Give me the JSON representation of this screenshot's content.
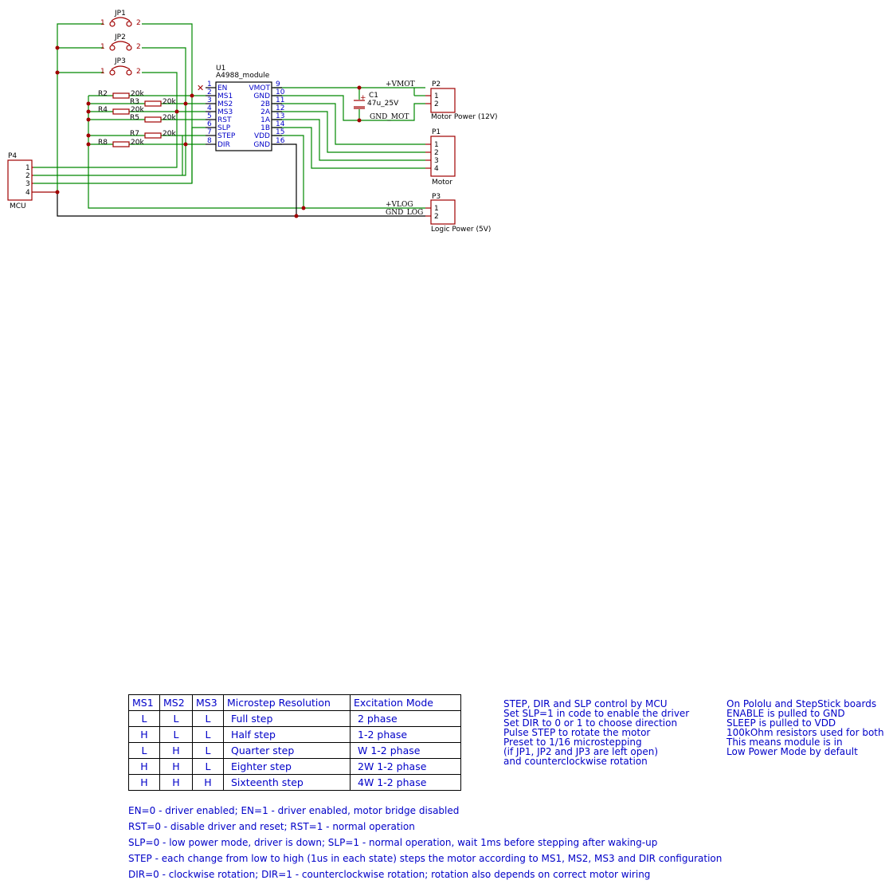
{
  "u1": {
    "ref": "U1",
    "value": "A4988_module",
    "left_pins": [
      {
        "num": "1",
        "name": "EN"
      },
      {
        "num": "2",
        "name": "MS1"
      },
      {
        "num": "3",
        "name": "MS2"
      },
      {
        "num": "4",
        "name": "MS3"
      },
      {
        "num": "5",
        "name": "RST"
      },
      {
        "num": "6",
        "name": "SLP"
      },
      {
        "num": "7",
        "name": "STEP"
      },
      {
        "num": "8",
        "name": "DIR"
      }
    ],
    "right_pins": [
      {
        "num": "9",
        "name": "VMOT"
      },
      {
        "num": "10",
        "name": "GND"
      },
      {
        "num": "11",
        "name": "2B"
      },
      {
        "num": "12",
        "name": "2A"
      },
      {
        "num": "13",
        "name": "1A"
      },
      {
        "num": "14",
        "name": "1B"
      },
      {
        "num": "15",
        "name": "VDD"
      },
      {
        "num": "16",
        "name": "GND"
      }
    ]
  },
  "jumpers": [
    {
      "ref": "JP1",
      "pin1": "1",
      "pin2": "2"
    },
    {
      "ref": "JP2",
      "pin1": "1",
      "pin2": "2"
    },
    {
      "ref": "JP3",
      "pin1": "1",
      "pin2": "2"
    }
  ],
  "resistors": [
    {
      "ref": "R2",
      "value": "20k"
    },
    {
      "ref": "R3",
      "value": "20k"
    },
    {
      "ref": "R4",
      "value": "20k"
    },
    {
      "ref": "R5",
      "value": "20k"
    },
    {
      "ref": "R7",
      "value": "20k"
    },
    {
      "ref": "R8",
      "value": "20k"
    }
  ],
  "capacitor": {
    "ref": "C1",
    "value": "47u_25V",
    "polarity": "+"
  },
  "connectors": {
    "p1": {
      "ref": "P1",
      "label": "Motor",
      "pins": [
        "1",
        "2",
        "3",
        "4"
      ]
    },
    "p2": {
      "ref": "P2",
      "label": "Motor Power (12V)",
      "pins": [
        "1",
        "2"
      ]
    },
    "p3": {
      "ref": "P3",
      "label": "Logic Power (5V)",
      "pins": [
        "1",
        "2"
      ]
    },
    "p4": {
      "ref": "P4",
      "label": "MCU",
      "pins": [
        "1",
        "2",
        "3",
        "4"
      ]
    }
  },
  "net_labels": {
    "vmot": "+VMOT",
    "gnd_mot": "GND_MOT",
    "vlog": "+VLOG",
    "gnd_log": "GND_LOG"
  },
  "no_connect_mark": "✕",
  "table": {
    "headers": [
      "MS1",
      "MS2",
      "MS3",
      "Microstep Resolution",
      "Excitation Mode"
    ],
    "rows": [
      [
        "L",
        "L",
        "L",
        "Full step",
        "2 phase"
      ],
      [
        "H",
        "L",
        "L",
        "Half step",
        "1-2 phase"
      ],
      [
        "L",
        "H",
        "L",
        "Quarter step",
        "W 1-2 phase"
      ],
      [
        "H",
        "H",
        "L",
        "Eighter step",
        "2W 1-2 phase"
      ],
      [
        "H",
        "H",
        "H",
        "Sixteenth step",
        "4W 1-2 phase"
      ]
    ]
  },
  "notes_middle": "STEP, DIR and SLP control by MCU\nSet SLP=1 in code to enable the driver\nSet DIR to 0 or 1 to choose direction\nPulse STEP to rotate the motor\nPreset to 1/16 microstepping\n(if JP1, JP2 and JP3 are left open)\nand counterclockwise rotation",
  "notes_right": "On Pololu and StepStick boards\nENABLE is pulled to GND\nSLEEP is pulled to VDD\n100kOhm resistors used for both\nThis means module is in\nLow Power Mode by default",
  "notes_bottom": [
    "EN=0 - driver enabled; EN=1 - driver enabled, motor bridge disabled",
    "RST=0 - disable driver and reset; RST=1 - normal operation",
    "SLP=0 - low power mode, driver is down; SLP=1 - normal operation, wait 1ms before stepping after waking-up",
    "STEP - each change from low to high (1us in each state) steps the motor according to MS1, MS2, MS3 and DIR configuration",
    "DIR=0 - clockwise rotation; DIR=1 - counterclockwise rotation; rotation also depends on correct motor wiring"
  ]
}
